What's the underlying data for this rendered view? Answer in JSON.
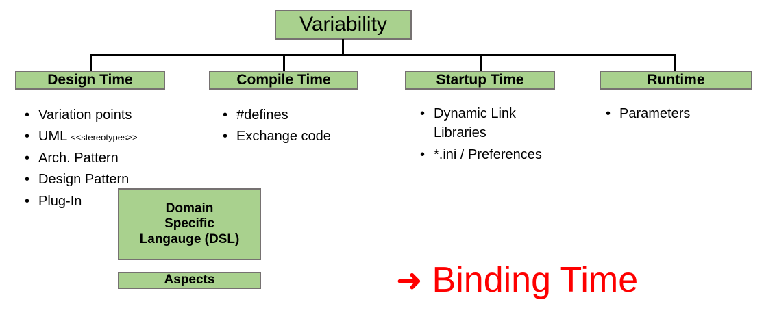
{
  "diagram": {
    "root": {
      "label": "Variability"
    },
    "categories": [
      {
        "id": "design-time",
        "label": "Design Time"
      },
      {
        "id": "compile-time",
        "label": "Compile Time"
      },
      {
        "id": "startup-time",
        "label": "Startup Time"
      },
      {
        "id": "runtime",
        "label": "Runtime"
      }
    ],
    "bullets": {
      "design_time": [
        {
          "text": "Variation points",
          "stereotype": ""
        },
        {
          "text": "UML ",
          "stereotype": "<<stereotypes>>"
        },
        {
          "text": "Arch. Pattern",
          "stereotype": ""
        },
        {
          "text": "Design Pattern",
          "stereotype": ""
        },
        {
          "text": "Plug-In",
          "stereotype": ""
        }
      ],
      "compile_time": [
        {
          "text": "#defines",
          "stereotype": ""
        },
        {
          "text": "Exchange code",
          "stereotype": ""
        }
      ],
      "startup_time": [
        {
          "text": "Dynamic Link Libraries",
          "stereotype": ""
        },
        {
          "text": "*.ini / Preferences",
          "stereotype": ""
        }
      ],
      "runtime": [
        {
          "text": "Parameters",
          "stereotype": ""
        }
      ]
    },
    "notes": [
      {
        "id": "dsl",
        "lines": [
          "Domain",
          "Specific",
          "Langauge (DSL)"
        ]
      },
      {
        "id": "aspects",
        "lines": [
          "Aspects"
        ]
      }
    ],
    "callout": {
      "arrow_icon": "right-arrow-icon",
      "arrow_glyph": "➜",
      "text": "Binding Time"
    },
    "bullet_glyph": "•",
    "colors": {
      "box_fill": "#a9d18e",
      "box_border": "#767171",
      "connector": "#000000",
      "callout": "#fe0000",
      "text": "#000000",
      "background": "#ffffff"
    }
  }
}
